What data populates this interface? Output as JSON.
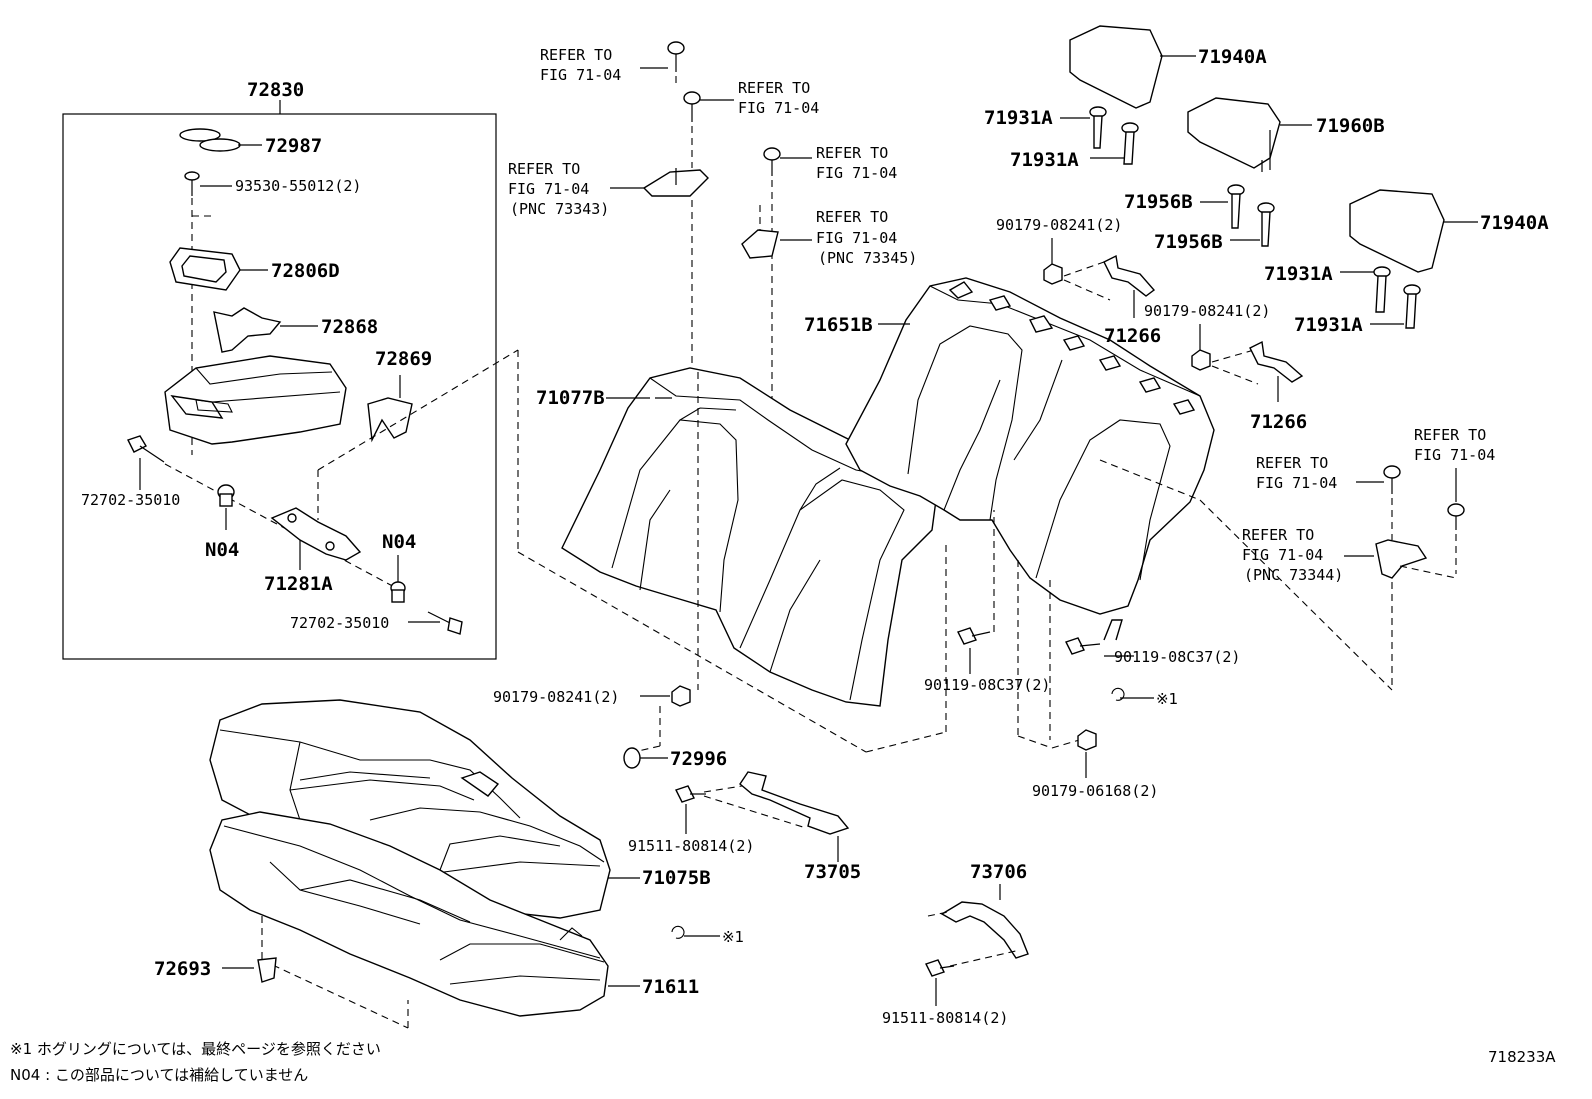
{
  "diagram": {
    "code": "718233A",
    "box_part": "72830",
    "parts": {
      "p72987": "72987",
      "p93530": "93530-55012(2)",
      "p72806D": "72806D",
      "p72868": "72868",
      "p72869": "72869",
      "p72702a": "72702-35010",
      "pN04a": "N04",
      "pN04b": "N04",
      "p71281A": "71281A",
      "p72702b": "72702-35010",
      "p71077B": "71077B",
      "p71651B": "71651B",
      "p71940A_1": "71940A",
      "p71931A_1": "71931A",
      "p71931A_2": "71931A",
      "p71960B": "71960B",
      "p71956B_1": "71956B",
      "p71956B_2": "71956B",
      "p90179_a": "90179-08241(2)",
      "p71266_1": "71266",
      "p90179_b": "90179-08241(2)",
      "p71266_2": "71266",
      "p71940A_2": "71940A",
      "p71931A_3": "71931A",
      "p71931A_4": "71931A",
      "p90179_c": "90179-08241(2)",
      "p72996": "72996",
      "p90119_a": "90119-08C37(2)",
      "p90119_b": "90119-08C37(2)",
      "p90179_06168": "90179-06168(2)",
      "p91511_a": "91511-80814(2)",
      "p73705": "73705",
      "p73706": "73706",
      "p91511_b": "91511-80814(2)",
      "p71075B": "71075B",
      "p71611": "71611",
      "p72693": "72693",
      "ring1": "※1",
      "ring2": "※1"
    },
    "refers": {
      "r1_a": "REFER TO",
      "r1_b": "FIG 71-04",
      "r2_a": "REFER TO",
      "r2_b": "FIG 71-04",
      "r3_a": "REFER TO",
      "r3_b": "FIG 71-04",
      "r3_c": "(PNC 73343)",
      "r4_a": "REFER TO",
      "r4_b": "FIG 71-04",
      "r5_a": "REFER TO",
      "r5_b": "FIG 71-04",
      "r5_c": "(PNC 73345)",
      "r6_a": "REFER TO",
      "r6_b": "FIG 71-04",
      "r7_a": "REFER TO",
      "r7_b": "FIG 71-04",
      "r8_a": "REFER TO",
      "r8_b": "FIG 71-04",
      "r8_c": "(PNC 73344)"
    },
    "notes": {
      "n1": "※1  ホグリングについては、最終ページを参照ください",
      "n2": "N04 : この部品については補給していません"
    }
  }
}
